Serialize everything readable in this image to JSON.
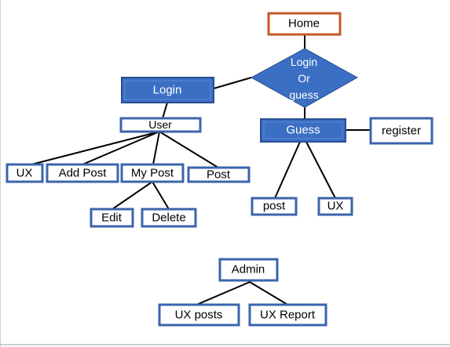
{
  "colors": {
    "box_border": "#3b64ad",
    "box_fill": "#ffffff",
    "home_border": "#c55a2a",
    "solid_fill": "#3b6fc3",
    "solid_edge": "#2a4f91",
    "line": "#000000",
    "frame": "#9aa0a6"
  },
  "nodes": {
    "home": "Home",
    "decision": [
      "Login",
      "Or",
      "guess"
    ],
    "login": "Login",
    "user": "User",
    "guess": "Guess",
    "register": "register",
    "ux_user": "UX",
    "add_post": "Add Post",
    "my_post": "My Post",
    "post_user": "Post",
    "edit": "Edit",
    "delete": "Delete",
    "post_guest": "post",
    "ux_guest": "UX",
    "admin": "Admin",
    "ux_posts": "UX posts",
    "ux_report": "UX Report"
  }
}
